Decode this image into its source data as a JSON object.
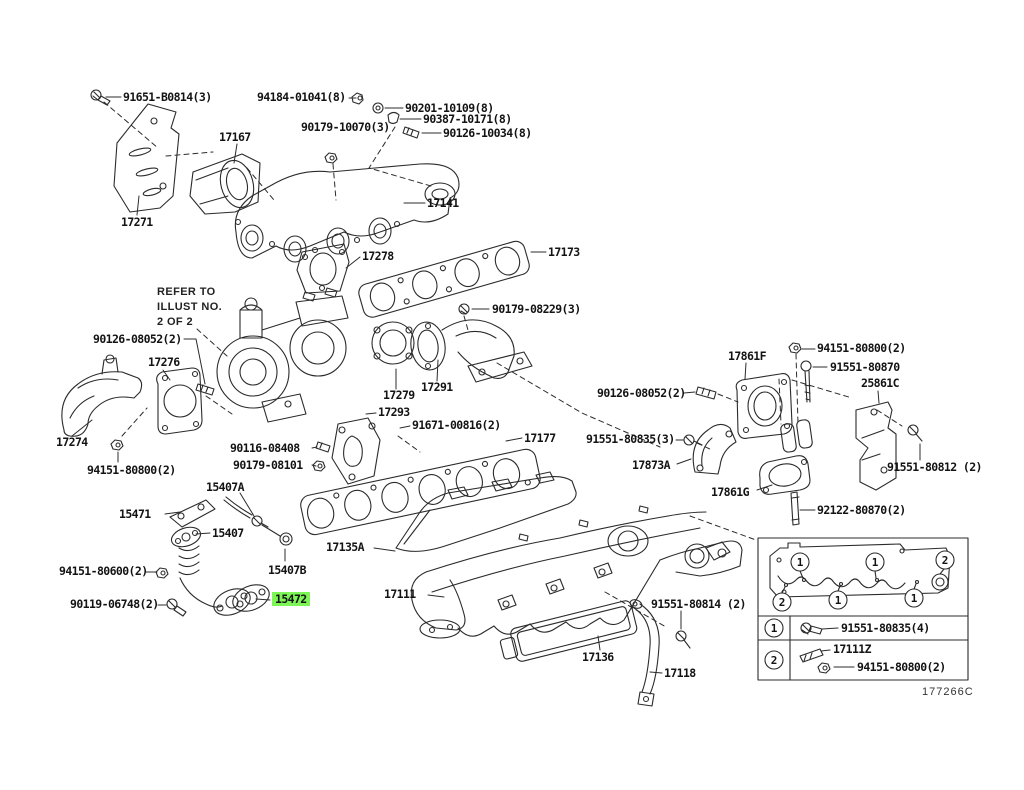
{
  "diagram": {
    "code": "177266C",
    "highlight_color": "#7df556",
    "note": {
      "line1": "REFER TO",
      "line2": "ILLUST NO.",
      "line3": "2 OF 2"
    },
    "labels": {
      "p91651_b0814": "91651-B0814(3)",
      "p94184_01041": "94184-01041(8)",
      "p90201_10109": "90201-10109(8)",
      "p90387_10171": "90387-10171(8)",
      "p90126_10034": "90126-10034(8)",
      "p90179_10070": "90179-10070(3)",
      "p17167": "17167",
      "p17271": "17271",
      "p17141": "17141",
      "p17278": "17278",
      "p17173": "17173",
      "p90179_08229": "90179-08229(3)",
      "p90126_08052_l": "90126-08052(2)",
      "p17276": "17276",
      "p17274": "17274",
      "p94151_80800_l": "94151-80800(2)",
      "p17279": "17279",
      "p17291": "17291",
      "p17293": "17293",
      "p91671_00816": "91671-00816(2)",
      "p17177": "17177",
      "p90116_08408": "90116-08408",
      "p90179_08101": "90179-08101",
      "p15407a": "15407A",
      "p15471": "15471",
      "p15407": "15407",
      "p17135a": "17135A",
      "p15407b": "15407B",
      "p94151_80600": "94151-80600(2)",
      "p90119_06748": "90119-06748(2)",
      "p15472": "15472",
      "p17111": "17111",
      "p17861f": "17861F",
      "p94151_80800_r": "94151-80800(2)",
      "p91551_80870": "91551-80870",
      "p25861c": "25861C",
      "p90126_08052_r": "90126-08052(2)",
      "p91551_80835": "91551-80835(3)",
      "p17873a": "17873A",
      "p17861g": "17861G",
      "p92122_80870": "92122-80870(2)",
      "p91551_80812": "91551-80812 (2)",
      "p91551_80814": "91551-80814 (2)",
      "p17136": "17136",
      "p17118": "17118"
    },
    "legend": {
      "callout_1": "1",
      "callout_2": "2",
      "row1_part": "91551-80835(4)",
      "row2_part1": "17111Z",
      "row2_part2": "94151-80800(2)"
    }
  }
}
